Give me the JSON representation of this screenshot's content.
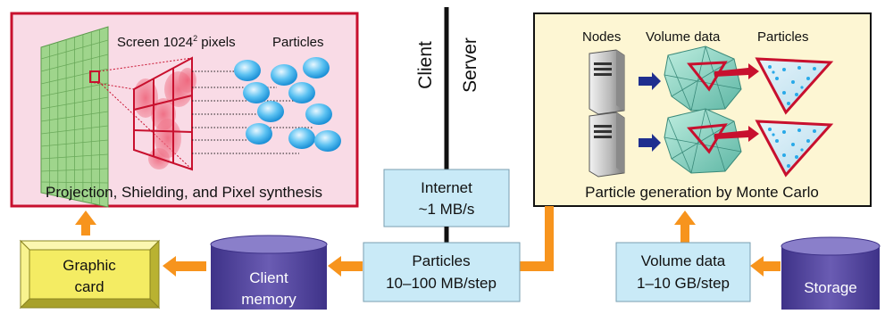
{
  "client_panel": {
    "screen_label": "Screen 1024",
    "screen_sup": "2",
    "screen_unit": "pixels",
    "particles_label": "Particles",
    "caption": "Projection, Shielding, and Pixel synthesis"
  },
  "server_panel": {
    "nodes_label": "Nodes",
    "volume_label": "Volume data",
    "particles_label": "Particles",
    "caption": "Particle generation by Monte Carlo"
  },
  "divider": {
    "client": "Client",
    "server": "Server"
  },
  "internet_box": {
    "line1": "Internet",
    "line2": "~1 MB/s"
  },
  "particles_box": {
    "line1": "Particles",
    "line2": "10–100 MB/step"
  },
  "volume_box": {
    "line1": "Volume data",
    "line2": "1–10 GB/step"
  },
  "graphic_card": {
    "line1": "Graphic",
    "line2": "card"
  },
  "client_memory": {
    "line1": "Client",
    "line2": "memory"
  },
  "storage": {
    "label": "Storage"
  },
  "colors": {
    "client_panel_fill": "#f9dbe6",
    "server_panel_fill": "#fdf6d3",
    "panel_border": "#c8102e",
    "info_box_fill": "#c9eaf7",
    "arrow_orange": "#f7941d",
    "cylinder_purple": "#5b4ea3",
    "card_yellow": "#f4ec63",
    "grid_green": "#9fd58c",
    "particle_blue": "#29a9e8",
    "mesh_teal": "#8ed4c4"
  }
}
